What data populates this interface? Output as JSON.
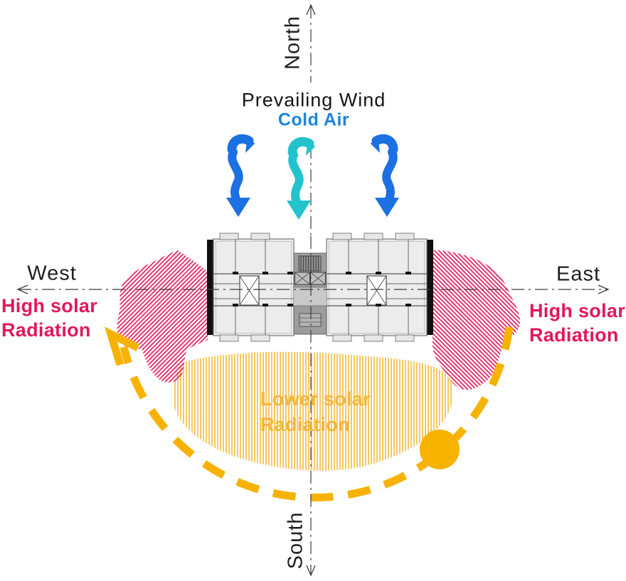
{
  "compass": {
    "north": "North",
    "south": "South",
    "west": "West",
    "east": "East"
  },
  "wind": {
    "title": "Prevailing Wind",
    "air_label": "Cold Air"
  },
  "solar": {
    "west": {
      "line1": "High solar",
      "line2": "Radiation"
    },
    "east": {
      "line1": "High solar",
      "line2": "Radiation"
    },
    "south": {
      "line1": "Lower solar",
      "line2": "Radiation"
    }
  },
  "colors": {
    "wind_blue": "#1b70e2",
    "wind_cyan": "#22c3cd",
    "cold_air_blue": "#1b86dc",
    "solar_pink": "#e2185c",
    "gold": "#f7b200",
    "hatch_gold": "#f4bd45",
    "lower_solar_gold": "#f2b53c"
  }
}
